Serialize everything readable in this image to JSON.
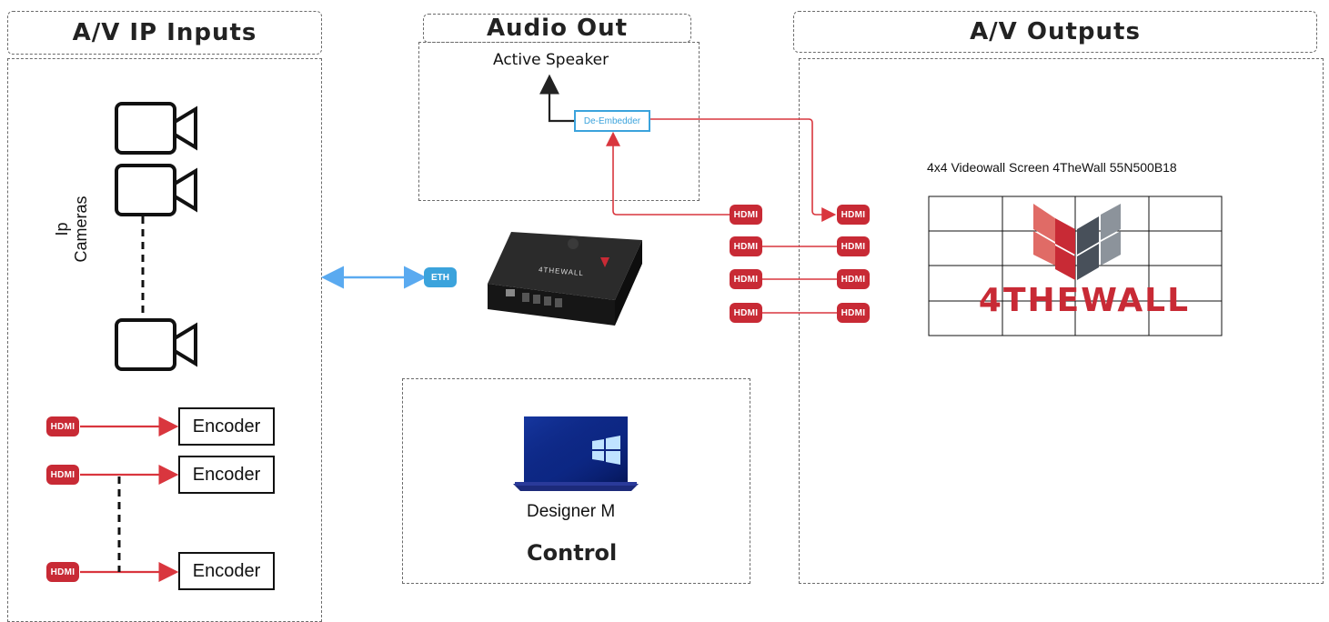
{
  "headers": {
    "inputs": "A/V IP Inputs",
    "audio": "Audio Out",
    "outputs": "A/V Outputs"
  },
  "inputs": {
    "cameras_label": "Ip Cameras",
    "encoders": [
      "Encoder",
      "Encoder",
      "Encoder"
    ],
    "hdmi_badges": [
      "HDMI",
      "HDMI",
      "HDMI"
    ]
  },
  "audio": {
    "speaker_label": "Active Speaker",
    "deembedder_label": "De-Embedder"
  },
  "controller": {
    "eth_label": "ETH",
    "hdmi_out": [
      "HDMI",
      "HDMI",
      "HDMI",
      "HDMI"
    ],
    "brand": "4THEWALL"
  },
  "outputs": {
    "screen_label": "4x4 Videowall Screen 4TheWall 55N500B18",
    "hdmi_in": [
      "HDMI",
      "HDMI",
      "HDMI",
      "HDMI"
    ],
    "logo_text": "4THEWALL"
  },
  "control": {
    "laptop_label": "Designer M",
    "title": "Control"
  },
  "colors": {
    "hdmi": "#c82a35",
    "eth": "#3ba3dc",
    "link_red": "#d9363e",
    "link_blue": "#5aaaf0",
    "logo_red": "#c82a35",
    "logo_slate": "#48505a"
  }
}
